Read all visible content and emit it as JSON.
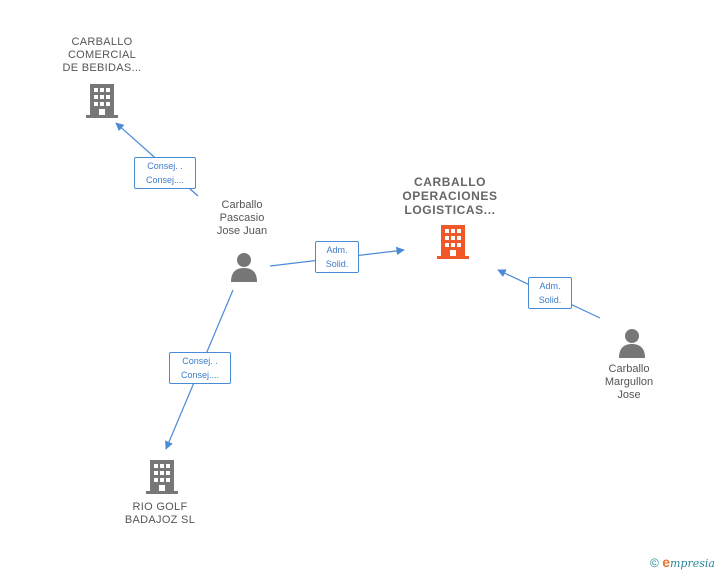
{
  "nodes": {
    "carballo_comercial": {
      "lines": [
        "CARBALLO",
        "COMERCIAL",
        "DE BEBIDAS..."
      ],
      "kind": "company"
    },
    "carballo_operaciones": {
      "lines": [
        "CARBALLO",
        "OPERACIONES",
        "LOGISTICAS..."
      ],
      "kind": "company-focus"
    },
    "rio_golf": {
      "lines": [
        "RIO GOLF",
        "BADAJOZ SL"
      ],
      "kind": "company"
    },
    "pascasio": {
      "lines": [
        "Carballo",
        "Pascasio",
        "Jose Juan"
      ],
      "kind": "person"
    },
    "margullon": {
      "lines": [
        "Carballo",
        "Margullon",
        "Jose"
      ],
      "kind": "person"
    }
  },
  "edges": [
    {
      "id": "pascasio-comercial",
      "lines": [
        "Consej. .",
        "Consej...."
      ]
    },
    {
      "id": "pascasio-operaciones",
      "lines": [
        "Adm.",
        "Solid."
      ]
    },
    {
      "id": "margullon-operaciones",
      "lines": [
        "Adm.",
        "Solid."
      ]
    },
    {
      "id": "pascasio-riogolf",
      "lines": [
        "Consej. .",
        "Consej...."
      ]
    }
  ],
  "colors": {
    "edge": "#4a8bd6",
    "company": "#777777",
    "focus": "#f0582a",
    "person": "#777777"
  },
  "footer": {
    "copyright": "©",
    "brand_initial": "e",
    "brand_rest": "mpresia"
  }
}
